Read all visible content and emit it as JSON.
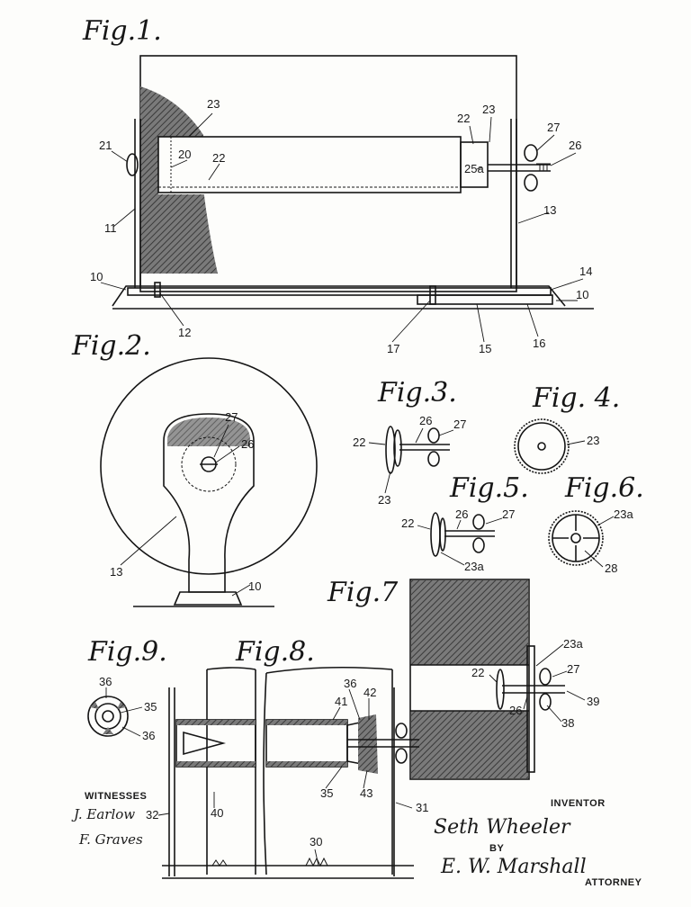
{
  "figures": {
    "fig1": "Fig.1.",
    "fig2": "Fig.2.",
    "fig3": "Fig.3.",
    "fig4": "Fig. 4.",
    "fig5": "Fig.5.",
    "fig6": "Fig.6.",
    "fig7": "Fig.7",
    "fig8": "Fig.8.",
    "fig9": "Fig.9."
  },
  "fig1_refs": [
    "23",
    "21",
    "20",
    "22",
    "11",
    "10",
    "12",
    "22",
    "23",
    "25a",
    "27",
    "26",
    "13",
    "14",
    "10",
    "17",
    "15",
    "16"
  ],
  "fig2_refs": [
    "27",
    "26",
    "13",
    "10"
  ],
  "fig3_refs": [
    "22",
    "26",
    "27",
    "23"
  ],
  "fig4_refs": [
    "23"
  ],
  "fig5_refs": [
    "22",
    "26",
    "27",
    "23a"
  ],
  "fig6_refs": [
    "23a",
    "28"
  ],
  "fig7_refs": [
    "23a",
    "22",
    "27",
    "39",
    "26",
    "38"
  ],
  "fig8_refs": [
    "36",
    "42",
    "41",
    "35",
    "43",
    "31",
    "40",
    "30"
  ],
  "fig9_refs": [
    "36",
    "35",
    "36"
  ],
  "signatures": {
    "witnesses_label": "WITNESSES",
    "witness1": "J. Earlow",
    "witness_ref": "32",
    "witness2": "F. Graves",
    "inventor_label": "INVENTOR",
    "inventor": "Seth Wheeler",
    "by": "BY",
    "attorney_sig": "E. W. Marshall",
    "attorney_label": "ATTORNEY"
  }
}
